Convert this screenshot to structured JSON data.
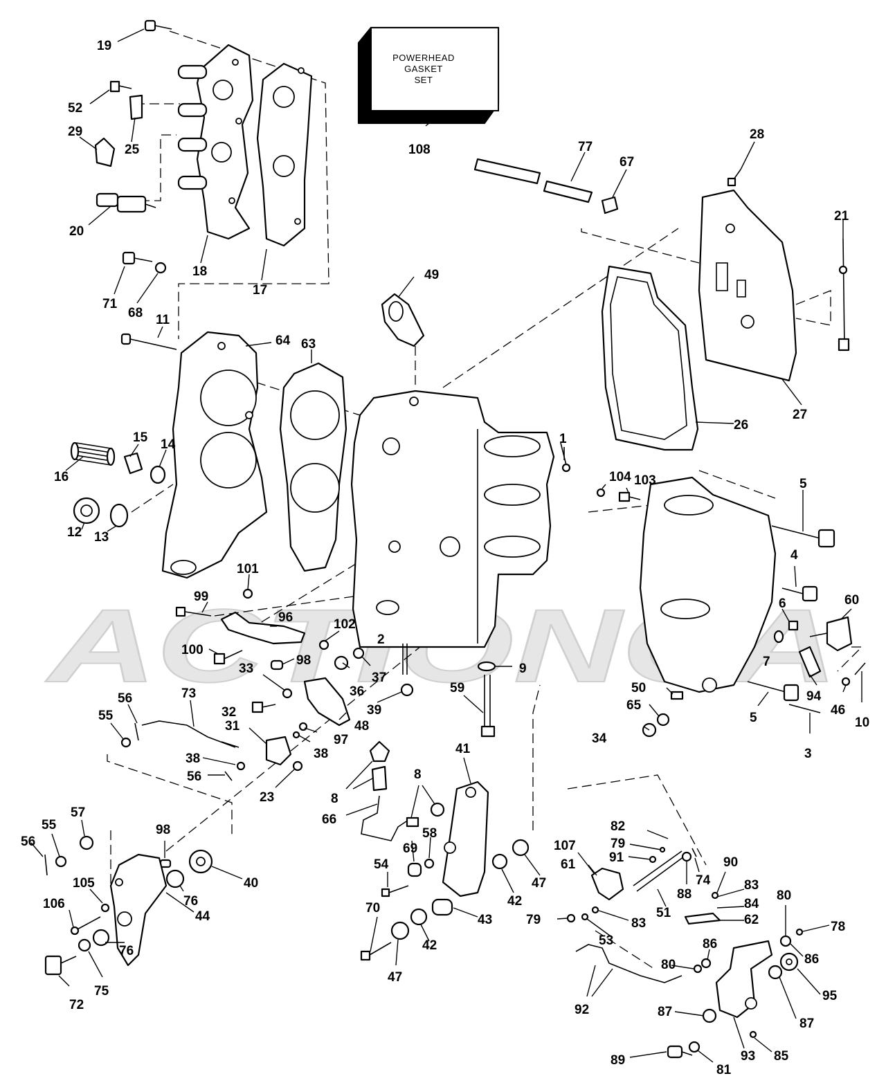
{
  "box_label": [
    "POWERHEAD",
    "GASKET",
    "SET"
  ],
  "watermark_text": "ACTIONCA",
  "callouts": {
    "c1": "1",
    "c2": "2",
    "c3": "3",
    "c4": "4",
    "c5a": "5",
    "c5b": "5",
    "c6": "6",
    "c7": "7",
    "c8a": "8",
    "c8b": "8",
    "c9": "9",
    "c10": "10",
    "c11": "11",
    "c12": "12",
    "c13": "13",
    "c14": "14",
    "c15": "15",
    "c16": "16",
    "c17": "17",
    "c18": "18",
    "c19": "19",
    "c20": "20",
    "c21": "21",
    "c23": "23",
    "c25": "25",
    "c26": "26",
    "c27": "27",
    "c28": "28",
    "c29": "29",
    "c31": "31",
    "c32": "32",
    "c33": "33",
    "c34": "34",
    "c36": "36",
    "c37": "37",
    "c38a": "38",
    "c38b": "38",
    "c39": "39",
    "c40": "40",
    "c41": "41",
    "c42a": "42",
    "c42b": "42",
    "c43": "43",
    "c44": "44",
    "c46": "46",
    "c47a": "47",
    "c47b": "47",
    "c48": "48",
    "c49": "49",
    "c50": "50",
    "c51": "51",
    "c52": "52",
    "c53": "53",
    "c54": "54",
    "c55a": "55",
    "c55b": "55",
    "c56a": "56",
    "c56b": "56",
    "c56c": "56",
    "c57": "57",
    "c58": "58",
    "c59": "59",
    "c60": "60",
    "c61": "61",
    "c62": "62",
    "c63": "63",
    "c64": "64",
    "c65": "65",
    "c66": "66",
    "c67": "67",
    "c68": "68",
    "c69": "69",
    "c70": "70",
    "c71": "71",
    "c72": "72",
    "c73": "73",
    "c74": "74",
    "c75": "75",
    "c76a": "76",
    "c76b": "76",
    "c77": "77",
    "c78": "78",
    "c79a": "79",
    "c79b": "79",
    "c80a": "80",
    "c80b": "80",
    "c81": "81",
    "c82": "82",
    "c83a": "83",
    "c83b": "83",
    "c84": "84",
    "c85": "85",
    "c86a": "86",
    "c86b": "86",
    "c87a": "87",
    "c87b": "87",
    "c88": "88",
    "c89": "89",
    "c90": "90",
    "c91": "91",
    "c92": "92",
    "c93": "93",
    "c94": "94",
    "c95": "95",
    "c96": "96",
    "c97": "97",
    "c98a": "98",
    "c98b": "98",
    "c99": "99",
    "c100": "100",
    "c101": "101",
    "c102": "102",
    "c103": "103",
    "c104": "104",
    "c105": "105",
    "c106": "106",
    "c107": "107",
    "c108": "108"
  }
}
